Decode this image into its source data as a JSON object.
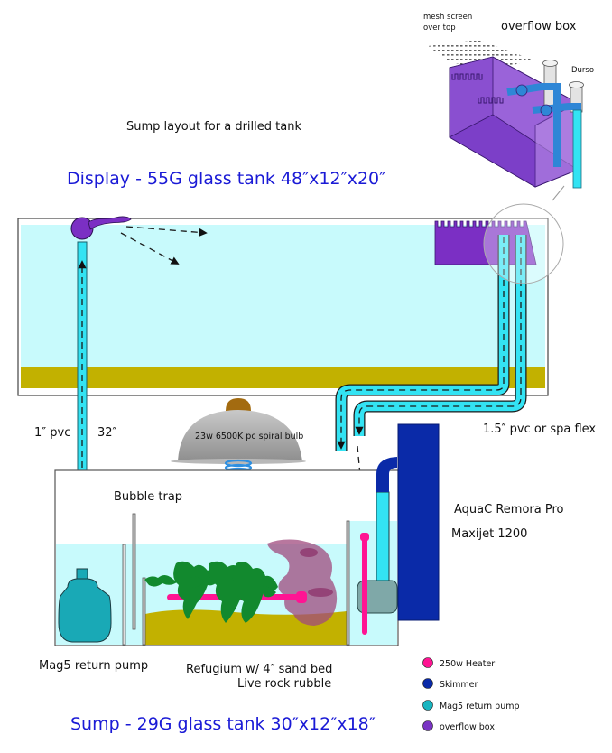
{
  "title": "Sump layout for a drilled tank",
  "display_tank": {
    "label": "Display - 55G glass tank 48″x12″x20″"
  },
  "sump_tank": {
    "label": "Sump - 29G glass tank 30″x12″x18″"
  },
  "overflow_detail": {
    "title": "overflow box",
    "mesh_label_line1": "mesh screen",
    "mesh_label_line2": "over top",
    "durso_label": "Durso"
  },
  "annotations": {
    "return_pipe_size": "1″ pvc",
    "return_height": "32″",
    "drain_pipe": "1.5″ pvc or spa flex",
    "light": "23w 6500K pc spiral bulb",
    "bubble_trap": "Bubble trap",
    "skimmer": "AquaC Remora Pro",
    "skimmer_pump": "Maxijet 1200",
    "return_pump": "Mag5 return pump",
    "refugium_line1": "Refugium w/ 4″ sand bed",
    "refugium_line2": "Live rock rubble"
  },
  "legend": [
    {
      "label": "250w Heater",
      "color": "#ff1493"
    },
    {
      "label": "Skimmer",
      "color": "#0a2aa8"
    },
    {
      "label": "Mag5 return pump",
      "color": "#19b5c0"
    },
    {
      "label": "overflow box",
      "color": "#7a35c4"
    }
  ],
  "colors": {
    "water": "#c8fafc",
    "sand": "#c2b100",
    "pipe": "#33e3f3",
    "overflow": "#7b2fc4",
    "skimmer": "#0a2aa8",
    "heater": "#ff1493",
    "pump": "#19a9b6",
    "macroalgae": "#12892e",
    "live_rock": "#a04a7e",
    "lamp_shade": "#a8a8a8",
    "lamp_base": "#a36b10"
  }
}
